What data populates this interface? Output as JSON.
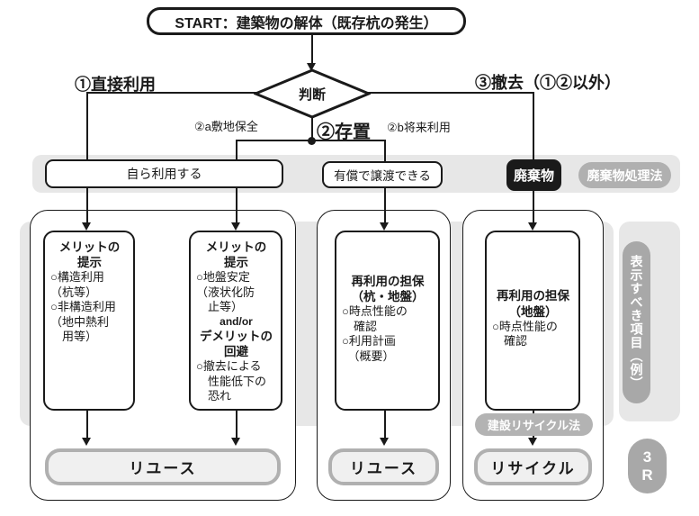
{
  "start": {
    "label": "START：建築物の解体（既存杭の発生）"
  },
  "decision": {
    "label": "判断"
  },
  "branches": {
    "direct_use": "①直接利用",
    "site_preservation": "②a敷地保全",
    "leave_in_place": "②存置",
    "future_use": "②b将来利用",
    "removal": "③撤去（①②以外）"
  },
  "row1": {
    "self_use": "自ら利用する",
    "paid_transfer": "有償で譲渡できる",
    "waste": "廃棄物",
    "waste_law": "廃棄物処理法"
  },
  "boxes": {
    "box1": {
      "title": "メリットの\n提示",
      "body": "○構造利用\n（杭等）\n○非構造利用\n（地中熱利\n　用等）"
    },
    "box2": {
      "title1": "メリットの\n提示",
      "body1": "○地盤安定\n（液状化防\n　止等）",
      "connector": "and/or",
      "title2": "デメリットの\n回避",
      "body2": "○撤去による\n　性能低下の\n　恐れ"
    },
    "box3": {
      "title": "再利用の担保\n（杭・地盤）",
      "body": "○時点性能の\n　確認\n○利用計画\n　（概要）"
    },
    "box4": {
      "title": "再利用の担保\n（地盤）",
      "body": "○時点性能の\n　確認"
    }
  },
  "side_labels": {
    "recycle_law": "建設リサイクル法",
    "display_items": "表示すべき項目（例）",
    "three_r": "3\nR"
  },
  "outputs": {
    "reuse1": "リユース",
    "reuse2": "リユース",
    "recycle": "リサイクル"
  },
  "colors": {
    "ink": "#1a1a1a",
    "band_gray": "#e7e7e7",
    "pill_gray": "#b0b0b0",
    "side_pill_gray": "#a8a8a8",
    "output_fill": "#f0f0f0"
  }
}
